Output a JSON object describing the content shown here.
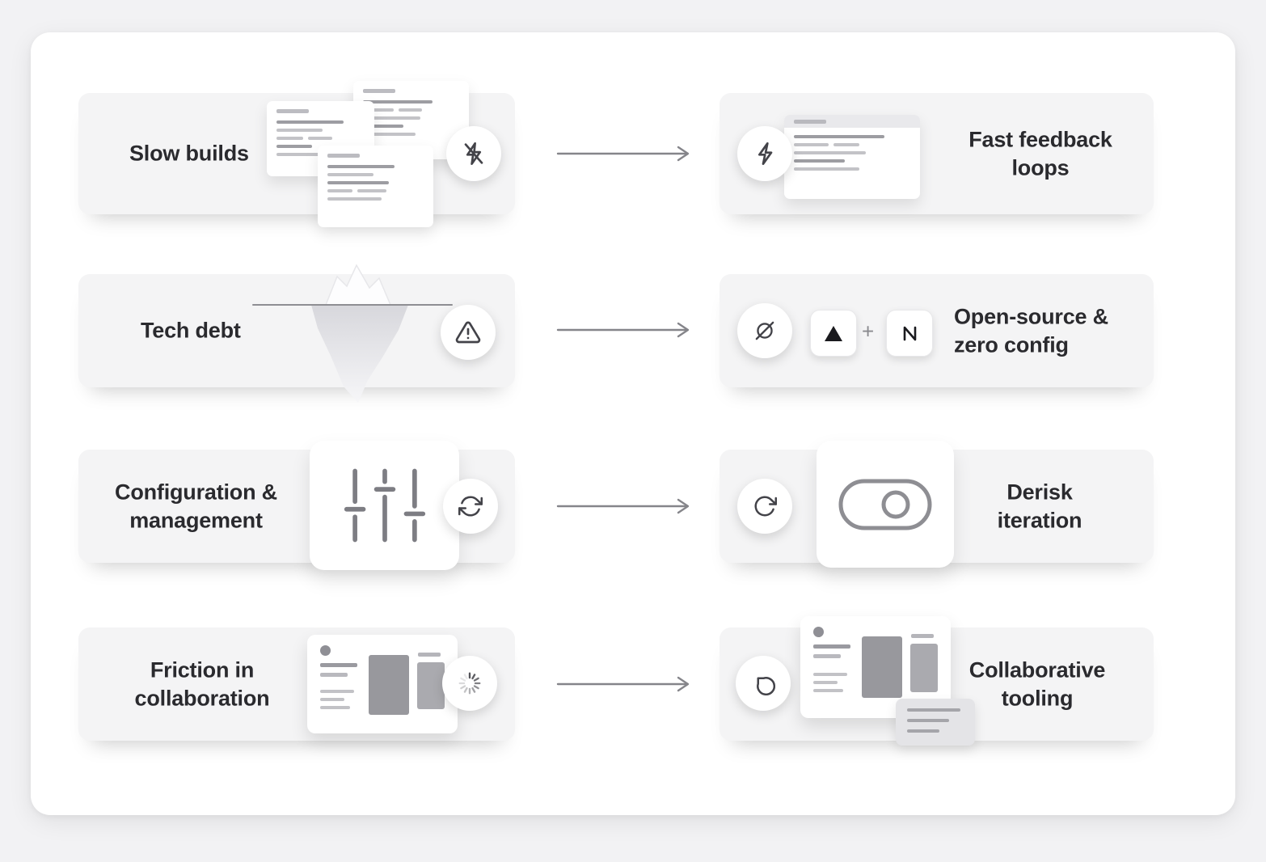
{
  "rows": [
    {
      "left_label": "Slow builds",
      "right_label": "Fast feedback loops"
    },
    {
      "left_label": "Tech debt",
      "right_label": "Open-source & zero config",
      "plus_sign": "+"
    },
    {
      "left_label": "Configuration & management",
      "right_label": "Derisk iteration"
    },
    {
      "left_label": "Friction in collaboration",
      "right_label": "Collaborative tooling"
    }
  ],
  "icons": {
    "row1_left_badge": "zap-off",
    "row1_right_badge": "zap",
    "row2_left_badge": "alert-triangle",
    "row2_right_badge": "turborepo-mark",
    "row2_logos": [
      "vercel-triangle",
      "nextjs-n"
    ],
    "row3_left_badge": "sync-arrows",
    "row3_right_badge": "rotate-clockwise",
    "row4_left_badge": "loading-spinner",
    "row4_right_badge": "droplet"
  },
  "colors": {
    "page_background": "#f2f2f4",
    "sheet_background": "#ffffff",
    "card_background": "#f4f4f5",
    "label_text": "#2a2a2e",
    "arrow": "#85858a",
    "icon_stroke": "#434349",
    "logo_fill": "#1a1a1e"
  }
}
